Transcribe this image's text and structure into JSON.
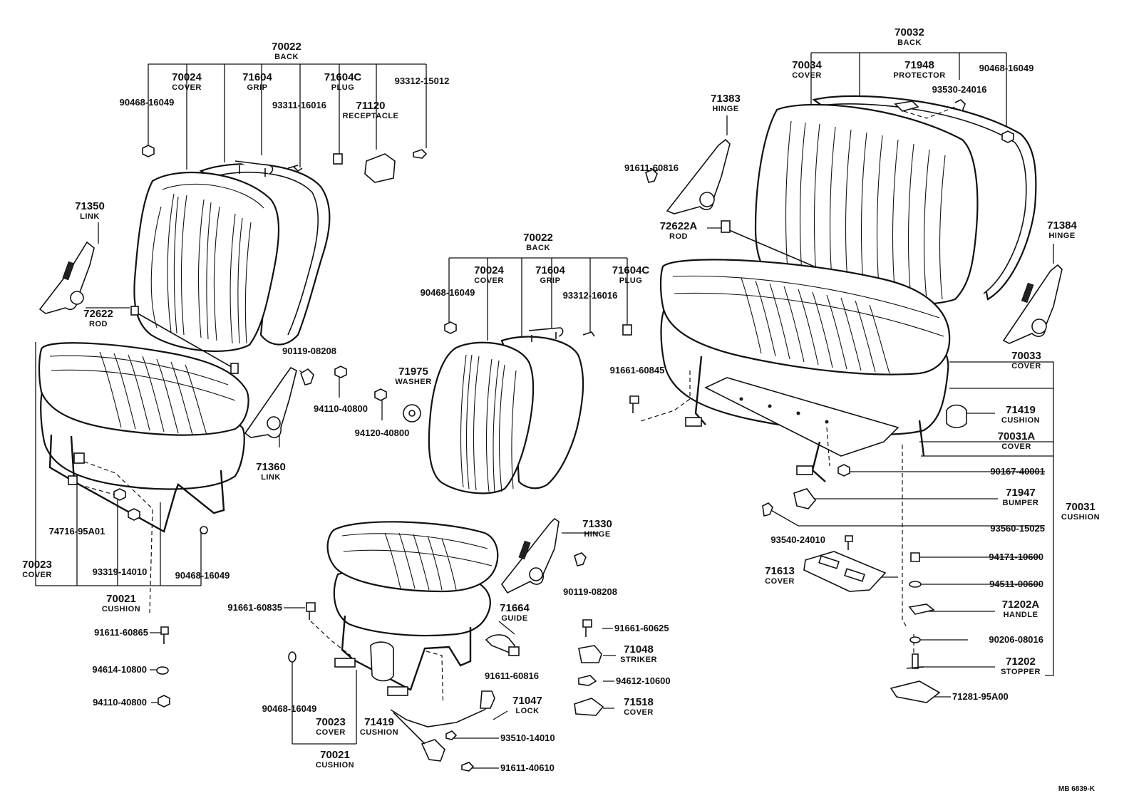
{
  "drawing_code": "MB 6839-K",
  "callouts": [
    {
      "id": "c70022a",
      "num": "70022",
      "label": "BACK"
    },
    {
      "id": "c70024a",
      "num": "70024",
      "label": "COVER"
    },
    {
      "id": "c71604a",
      "num": "71604",
      "label": "GRIP"
    },
    {
      "id": "c71604ca",
      "num": "71604C",
      "label": "PLUG"
    },
    {
      "id": "c71120",
      "num": "71120",
      "label": "RECEPTACLE"
    },
    {
      "id": "c71350",
      "num": "71350",
      "label": "LINK"
    },
    {
      "id": "c72622",
      "num": "72622",
      "label": "ROD"
    },
    {
      "id": "c71360",
      "num": "71360",
      "label": "LINK"
    },
    {
      "id": "c70023a",
      "num": "70023",
      "label": "COVER"
    },
    {
      "id": "c70021a",
      "num": "70021",
      "label": "CUSHION"
    },
    {
      "id": "c71975",
      "num": "71975",
      "label": "WASHER"
    },
    {
      "id": "c70022b",
      "num": "70022",
      "label": "BACK"
    },
    {
      "id": "c70024b",
      "num": "70024",
      "label": "COVER"
    },
    {
      "id": "c71604b",
      "num": "71604",
      "label": "GRIP"
    },
    {
      "id": "c71604cb",
      "num": "71604C",
      "label": "PLUG"
    },
    {
      "id": "c71330",
      "num": "71330",
      "label": "HINGE"
    },
    {
      "id": "c71664",
      "num": "71664",
      "label": "GUIDE"
    },
    {
      "id": "c71047",
      "num": "71047",
      "label": "LOCK"
    },
    {
      "id": "c71048",
      "num": "71048",
      "label": "STRIKER"
    },
    {
      "id": "c71518",
      "num": "71518",
      "label": "COVER"
    },
    {
      "id": "c70023b",
      "num": "70023",
      "label": "COVER"
    },
    {
      "id": "c71419a",
      "num": "71419",
      "label": "CUSHION"
    },
    {
      "id": "c70021b",
      "num": "70021",
      "label": "CUSHION"
    },
    {
      "id": "c70032",
      "num": "70032",
      "label": "BACK"
    },
    {
      "id": "c70034",
      "num": "70034",
      "label": "COVER"
    },
    {
      "id": "c71948",
      "num": "71948",
      "label": "PROTECTOR"
    },
    {
      "id": "c71383",
      "num": "71383",
      "label": "HINGE"
    },
    {
      "id": "c72622A",
      "num": "72622A",
      "label": "ROD"
    },
    {
      "id": "c71384",
      "num": "71384",
      "label": "HINGE"
    },
    {
      "id": "c70033",
      "num": "70033",
      "label": "COVER"
    },
    {
      "id": "c71419b",
      "num": "71419",
      "label": "CUSHION"
    },
    {
      "id": "c70031A",
      "num": "70031A",
      "label": "COVER"
    },
    {
      "id": "c71947",
      "num": "71947",
      "label": "BUMPER"
    },
    {
      "id": "c70031",
      "num": "70031",
      "label": "CUSHION"
    },
    {
      "id": "c71613",
      "num": "71613",
      "label": "COVER"
    },
    {
      "id": "c71202A",
      "num": "71202A",
      "label": "HANDLE"
    },
    {
      "id": "c71202",
      "num": "71202",
      "label": "STOPPER"
    }
  ],
  "part_numbers": [
    {
      "id": "p01",
      "text": "90468-16049"
    },
    {
      "id": "p02",
      "text": "93311-16016"
    },
    {
      "id": "p03",
      "text": "93312-15012"
    },
    {
      "id": "p04",
      "text": "90119-08208"
    },
    {
      "id": "p05",
      "text": "94110-40800"
    },
    {
      "id": "p06",
      "text": "94120-40800"
    },
    {
      "id": "p07",
      "text": "74716-95A01"
    },
    {
      "id": "p08",
      "text": "93319-14010"
    },
    {
      "id": "p09",
      "text": "90468-16049"
    },
    {
      "id": "p10",
      "text": "91611-60865"
    },
    {
      "id": "p11",
      "text": "94614-10800"
    },
    {
      "id": "p12",
      "text": "94110-40800"
    },
    {
      "id": "p13",
      "text": "90468-16049"
    },
    {
      "id": "p14",
      "text": "93312-16016"
    },
    {
      "id": "p15",
      "text": "91661-60835"
    },
    {
      "id": "p16",
      "text": "90468-16049"
    },
    {
      "id": "p17",
      "text": "90119-08208"
    },
    {
      "id": "p18",
      "text": "91611-60816"
    },
    {
      "id": "p19",
      "text": "93510-14010"
    },
    {
      "id": "p20",
      "text": "91611-40610"
    },
    {
      "id": "p21",
      "text": "91661-60625"
    },
    {
      "id": "p22",
      "text": "94612-10600"
    },
    {
      "id": "p23",
      "text": "90468-16049"
    },
    {
      "id": "p24",
      "text": "93530-24016"
    },
    {
      "id": "p25",
      "text": "91611-60816"
    },
    {
      "id": "p26",
      "text": "91661-60845"
    },
    {
      "id": "p27",
      "text": "90167-40001"
    },
    {
      "id": "p28",
      "text": "93560-15025"
    },
    {
      "id": "p29",
      "text": "93540-24010"
    },
    {
      "id": "p30",
      "text": "94171-10600"
    },
    {
      "id": "p31",
      "text": "94511-00600"
    },
    {
      "id": "p32",
      "text": "90206-08016"
    },
    {
      "id": "p33",
      "text": "71281-95A00"
    }
  ]
}
